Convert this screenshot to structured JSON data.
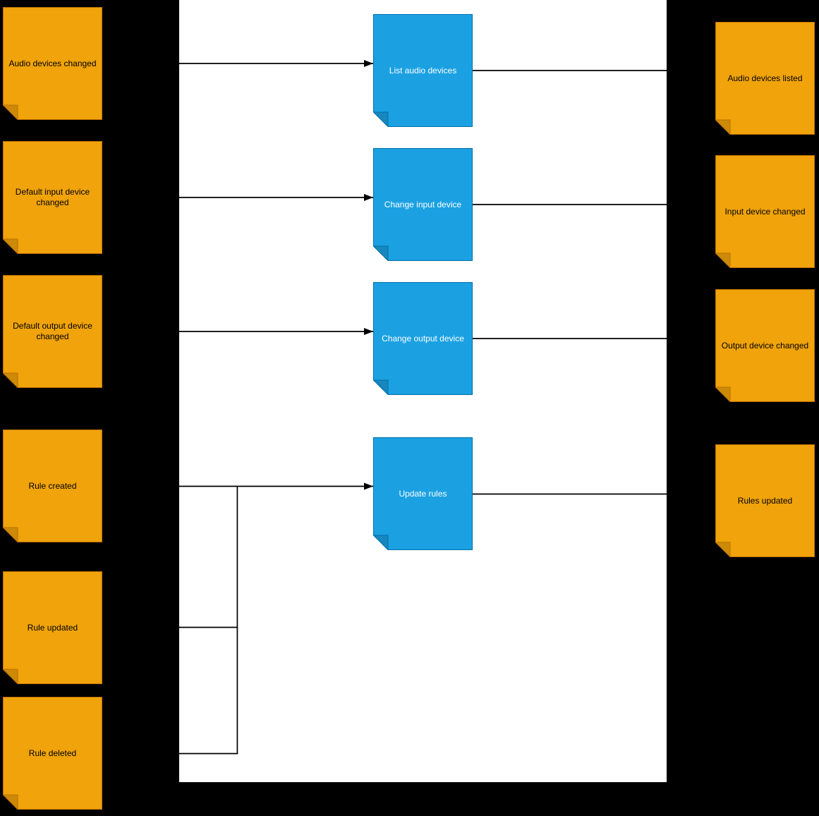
{
  "diagram": {
    "colors": {
      "background": "#000000",
      "page_color": "#FFFFFF",
      "event_fill": "#F0A30A",
      "event_border": "#BD7000",
      "event_fold": "#CC8A08",
      "event_text": "#000000",
      "task_fill": "#1BA1E2",
      "task_border": "#006EAF",
      "task_fold": "#1787BD",
      "task_text": "#FFFFFF",
      "connector": "#000000"
    },
    "left_events": [
      {
        "label": "Audio devices changed"
      },
      {
        "label": "Default input device changed"
      },
      {
        "label": "Default output device changed"
      },
      {
        "label": "Rule created"
      },
      {
        "label": "Rule updated"
      },
      {
        "label": "Rule deleted"
      }
    ],
    "tasks": [
      {
        "label": "List audio devices"
      },
      {
        "label": "Change input device"
      },
      {
        "label": "Change output device"
      },
      {
        "label": "Update rules"
      }
    ],
    "right_events": [
      {
        "label": "Audio devices listed"
      },
      {
        "label": "Input device changed"
      },
      {
        "label": "Output device changed"
      },
      {
        "label": "Rules updated"
      }
    ],
    "edges": [
      {
        "from": "Audio devices changed",
        "to": "List audio devices"
      },
      {
        "from": "Default input device changed",
        "to": "Change input device"
      },
      {
        "from": "Default output device changed",
        "to": "Change output device"
      },
      {
        "from": "Rule created",
        "to": "Update rules"
      },
      {
        "from": "Rule updated",
        "to": "Update rules"
      },
      {
        "from": "Rule deleted",
        "to": "Update rules"
      },
      {
        "from": "List audio devices",
        "to": "Audio devices listed"
      },
      {
        "from": "Change input device",
        "to": "Input device changed"
      },
      {
        "from": "Change output device",
        "to": "Output device changed"
      },
      {
        "from": "Update rules",
        "to": "Rules updated"
      }
    ]
  }
}
